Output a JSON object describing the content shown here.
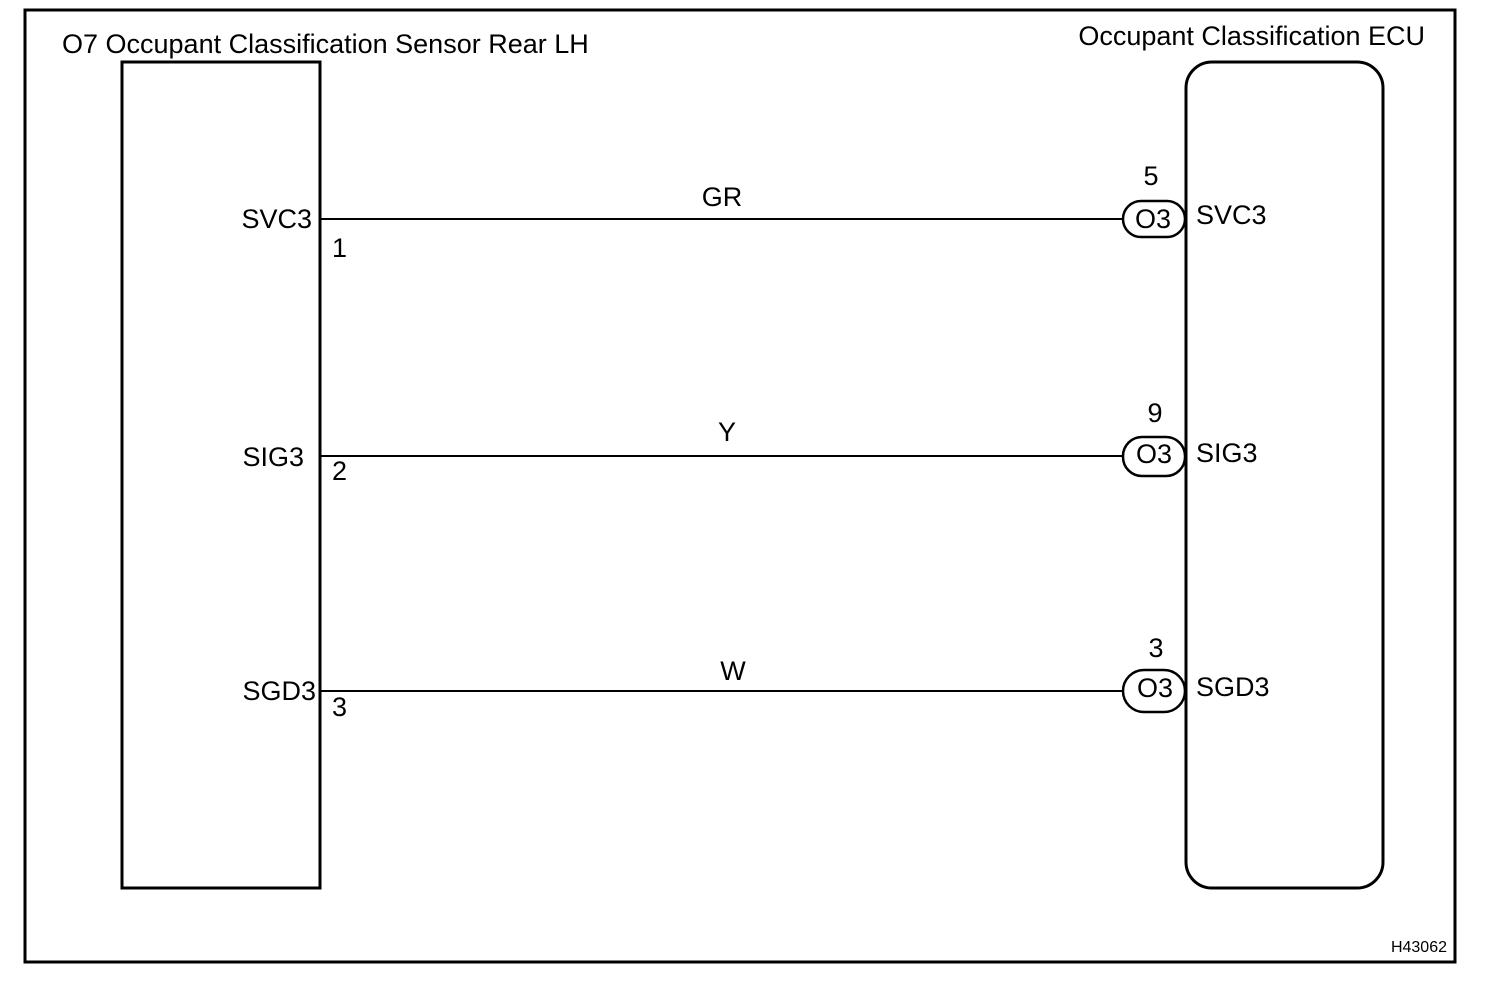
{
  "diagram": {
    "sensor_title": "O7 Occupant Classification Sensor Rear LH",
    "ecu_title": "Occupant Classification ECU",
    "figure_code": "H43062",
    "sensor_pins": [
      {
        "name": "SVC3",
        "pin": "1"
      },
      {
        "name": "SIG3",
        "pin": "2"
      },
      {
        "name": "SGD3",
        "pin": "3"
      }
    ],
    "wires": [
      {
        "color": "GR"
      },
      {
        "color": "Y"
      },
      {
        "color": "W"
      }
    ],
    "ecu_pins": [
      {
        "connector": "O3",
        "pin": "5",
        "name": "SVC3"
      },
      {
        "connector": "O3",
        "pin": "9",
        "name": "SIG3"
      },
      {
        "connector": "O3",
        "pin": "3",
        "name": "SGD3"
      }
    ]
  }
}
